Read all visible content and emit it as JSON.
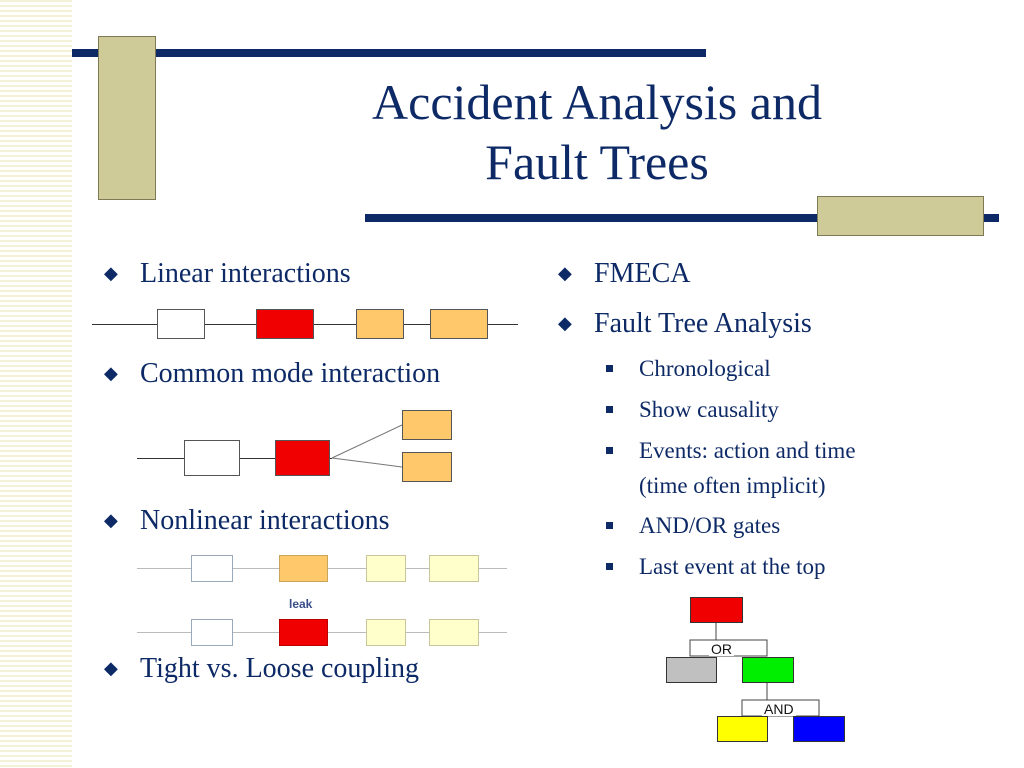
{
  "slide": {
    "title_line1": "Accident Analysis and",
    "title_line2": "Fault Trees"
  },
  "left_bullets": [
    {
      "label": "Linear interactions"
    },
    {
      "label": "Common mode interaction"
    },
    {
      "label": "Nonlinear interactions"
    },
    {
      "label": "Tight vs. Loose coupling"
    }
  ],
  "right_bullets": [
    {
      "label": "FMECA"
    },
    {
      "label": "Fault Tree Analysis"
    }
  ],
  "sub_bullets": [
    {
      "label": "Chronological"
    },
    {
      "label": "Show causality"
    },
    {
      "label": "Events: action and time"
    },
    {
      "label": "(time often implicit)"
    },
    {
      "label": "AND/OR gates"
    },
    {
      "label": "Last event at the top"
    }
  ],
  "diagram_labels": {
    "leak": "leak",
    "or_gate": "OR",
    "and_gate": "AND"
  },
  "colors": {
    "navy": "#0d2a66",
    "red": "#f00000",
    "orange": "#ffc86a",
    "pale_yellow": "#ffffcc",
    "gray": "#c0c0c0",
    "green": "#00ee00",
    "yellow": "#ffff00",
    "blue": "#0000ff",
    "tan": "#cfcb99"
  }
}
